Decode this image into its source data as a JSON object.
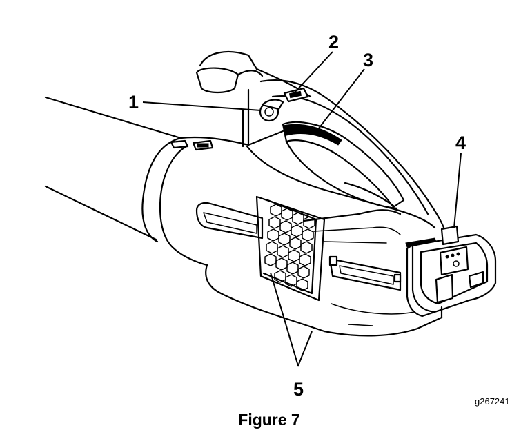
{
  "figure": {
    "caption": "Figure 7",
    "reference_code": "g267241"
  },
  "callouts": [
    {
      "label": "1"
    },
    {
      "label": "2"
    },
    {
      "label": "3"
    },
    {
      "label": "4"
    },
    {
      "label": "5"
    }
  ]
}
